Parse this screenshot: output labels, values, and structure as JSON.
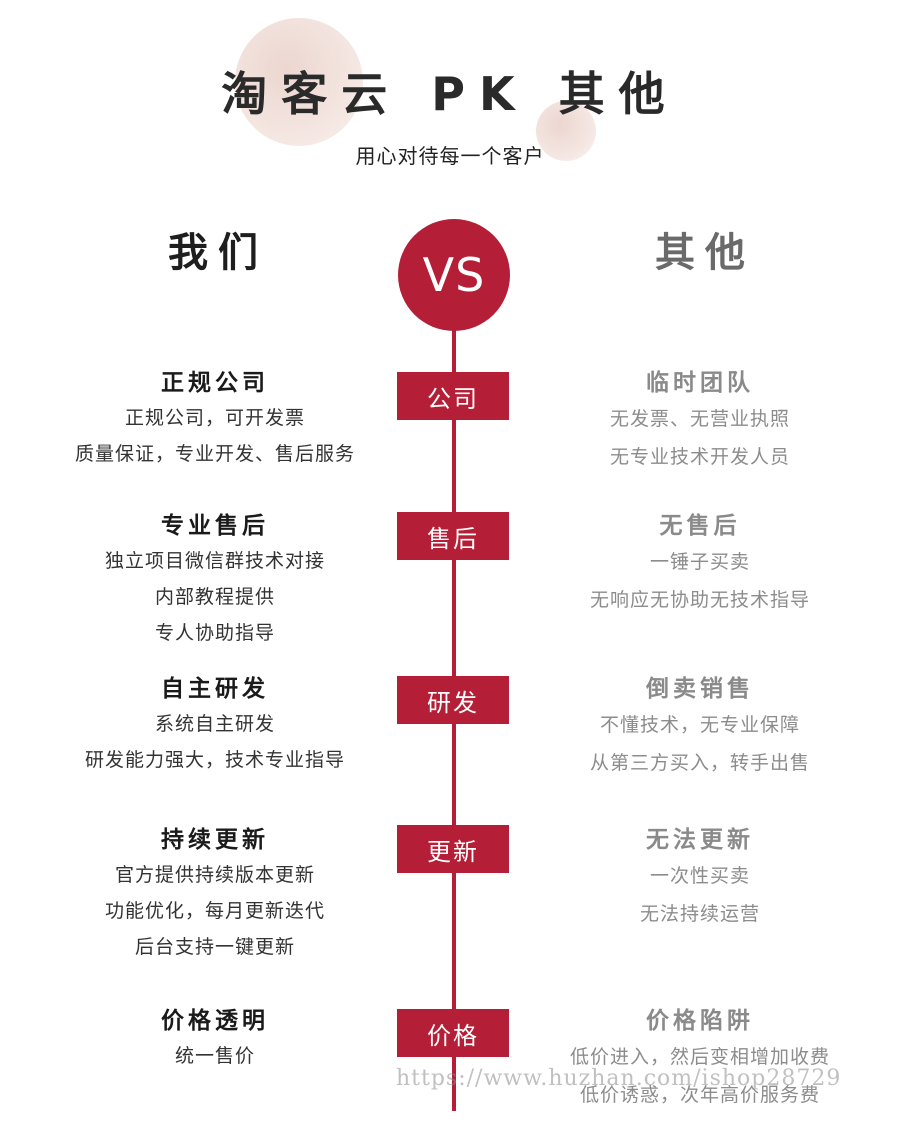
{
  "header": {
    "title": "淘客云 PK 其他",
    "subtitle": "用心对待每一个客户"
  },
  "columns": {
    "left_title": "我们",
    "vs_label": "VS",
    "right_title": "其他"
  },
  "rows": [
    {
      "tag": "公司",
      "left_title": "正规公司",
      "left_lines": [
        "正规公司，可开发票",
        "质量保证，专业开发、售后服务"
      ],
      "right_title": "临时团队",
      "right_lines": [
        "无发票、无营业执照",
        "无专业技术开发人员"
      ]
    },
    {
      "tag": "售后",
      "left_title": "专业售后",
      "left_lines": [
        "独立项目微信群技术对接",
        "内部教程提供",
        "专人协助指导"
      ],
      "right_title": "无售后",
      "right_lines": [
        "一锤子买卖",
        "无响应无协助无技术指导"
      ]
    },
    {
      "tag": "研发",
      "left_title": "自主研发",
      "left_lines": [
        "系统自主研发",
        "研发能力强大，技术专业指导"
      ],
      "right_title": "倒卖销售",
      "right_lines": [
        "不懂技术，无专业保障",
        "从第三方买入，转手出售"
      ]
    },
    {
      "tag": "更新",
      "left_title": "持续更新",
      "left_lines": [
        "官方提供持续版本更新",
        "功能优化，每月更新迭代",
        "后台支持一键更新"
      ],
      "right_title": "无法更新",
      "right_lines": [
        "一次性买卖",
        "无法持续运营"
      ]
    },
    {
      "tag": "价格",
      "left_title": "价格透明",
      "left_lines": [
        "统一售价"
      ],
      "right_title": "价格陷阱",
      "right_lines": [
        "低价进入，然后变相增加收费",
        "低价诱惑，次年高价服务费"
      ]
    }
  ],
  "watermark": "https://www.huzhan.com/ishop28729",
  "colors": {
    "accent": "#b41f37",
    "left_text": "#1a1a1a",
    "right_text": "#8a8a8a"
  }
}
